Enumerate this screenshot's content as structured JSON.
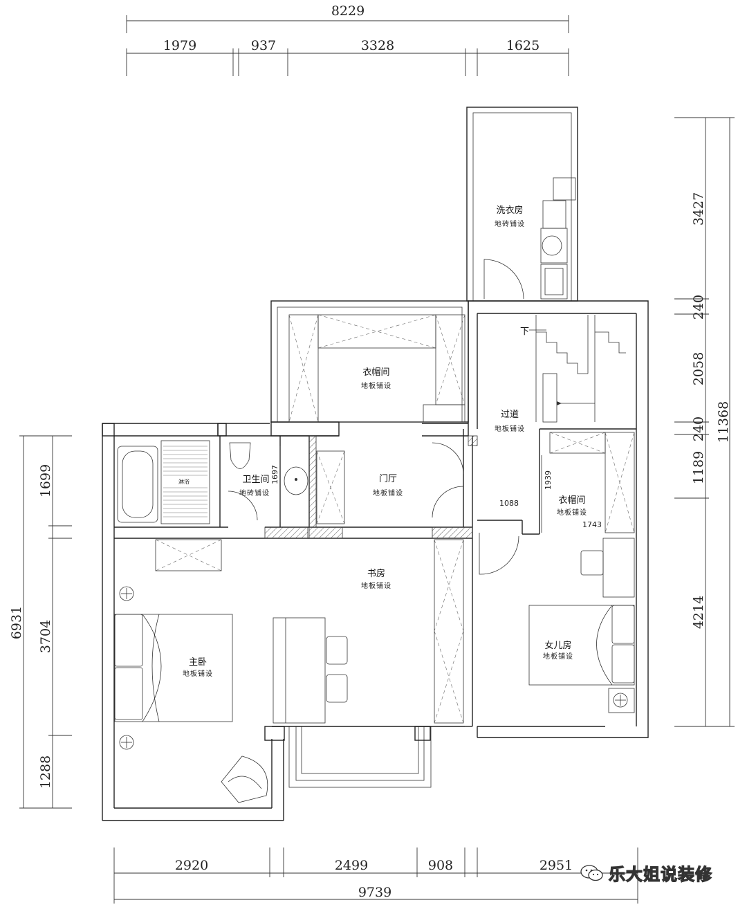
{
  "dimensions": {
    "top_total": "8229",
    "top_segments": [
      "1979",
      "937",
      "3328",
      "1625"
    ],
    "bottom_segments": [
      "2920",
      "2499",
      "908",
      "2951"
    ],
    "bottom_total": "9739",
    "right_segments": [
      "3427",
      "240",
      "2058",
      "240",
      "1189",
      "4214"
    ],
    "right_total": "11368",
    "left_segments": [
      "1699",
      "3704",
      "1288"
    ],
    "left_total": "6931",
    "inner_1088": "1088",
    "inner_1939": "1939",
    "inner_1743": "1743",
    "inner_1697": "1697"
  },
  "rooms": {
    "laundry": {
      "name": "洗衣房",
      "floor": "地砖铺设"
    },
    "cloakroom_top": {
      "name": "衣帽间",
      "floor": "地板铺设"
    },
    "corridor": {
      "name": "过道",
      "floor": "地板铺设"
    },
    "bathroom": {
      "name": "卫生间",
      "floor": "地砖铺设"
    },
    "foyer": {
      "name": "门厅",
      "floor": "地板铺设"
    },
    "cloakroom_right": {
      "name": "衣帽间",
      "floor": "地板铺设"
    },
    "study": {
      "name": "书房",
      "floor": "地板铺设"
    },
    "master": {
      "name": "主卧",
      "floor": "地板铺设"
    },
    "daughter": {
      "name": "女儿房",
      "floor": "地板铺设"
    }
  },
  "labels": {
    "stair_down": "下",
    "shower": "淋浴"
  },
  "watermark": {
    "text": "乐大姐说装修",
    "icon": "wechat-icon"
  }
}
